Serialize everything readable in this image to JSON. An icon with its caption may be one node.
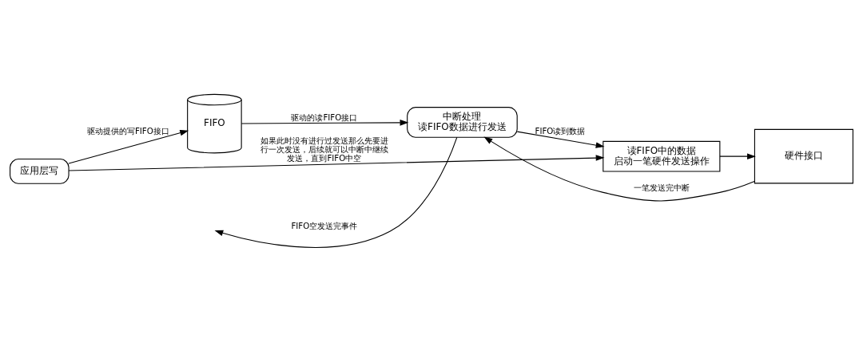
{
  "diagram": {
    "nodes": [
      {
        "text": [
          "应用层写"
        ]
      },
      {
        "text": [
          "FIFO"
        ]
      },
      {
        "text": [
          "中断处理",
          "读FIFO数据进行发送"
        ]
      },
      {
        "text": [
          "读FIFO中的数据",
          "启动一笔硬件发送操作"
        ]
      },
      {
        "text": [
          "硬件接口"
        ]
      }
    ],
    "edges": [
      {
        "from": 0,
        "to": 1,
        "arrow": "to",
        "label": "驱动提供的写FIFO接口"
      },
      {
        "from": 0,
        "to": 3,
        "arrow": "to",
        "label": "如果此时没有进行过发送那么先要进行一次发送，后续就可以中断中继续发送，直到FIFO中空"
      },
      {
        "from": 1,
        "to": 2,
        "arrow": "to",
        "label": "驱动的读FIFO接口"
      },
      {
        "from": 2,
        "to": null,
        "arrow": "to",
        "label": "FIFO空发送完事件"
      },
      {
        "from": 2,
        "to": 3,
        "arrow": "to",
        "label": "FIFO读到数据"
      },
      {
        "from": 3,
        "to": 4,
        "arrow": "to"
      },
      {
        "from": 4,
        "to": 2,
        "arrow": "to",
        "label": "一笔发送完中断"
      }
    ]
  }
}
